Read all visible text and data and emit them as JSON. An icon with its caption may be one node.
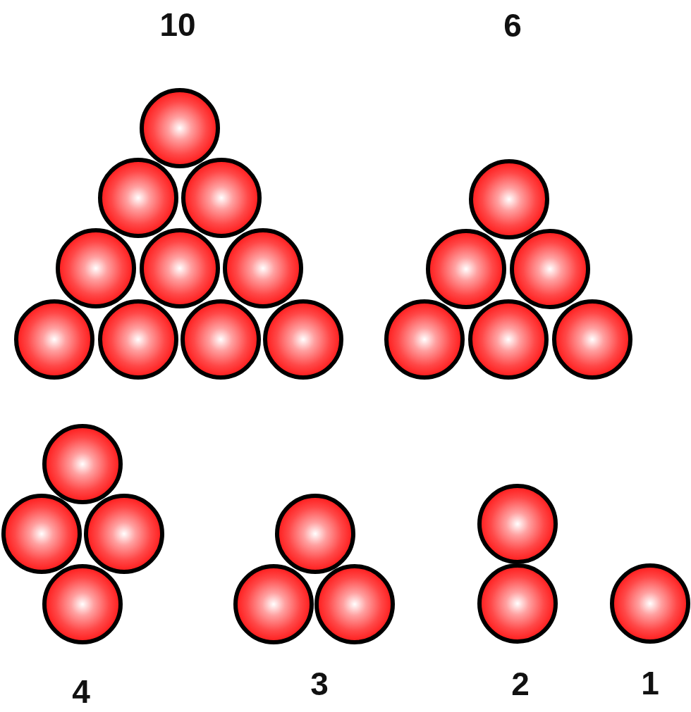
{
  "diagram": {
    "nodes": [
      {
        "text": [],
        "shape": "circle"
      },
      {
        "text": [],
        "shape": "circle"
      },
      {
        "text": [],
        "shape": "circle"
      },
      {
        "text": [],
        "shape": "circle"
      },
      {
        "text": [],
        "shape": "circle"
      },
      {
        "text": [],
        "shape": "circle"
      },
      {
        "text": [],
        "shape": "circle"
      },
      {
        "text": [],
        "shape": "circle"
      },
      {
        "text": [],
        "shape": "circle"
      },
      {
        "text": [],
        "shape": "circle"
      },
      {
        "text": [],
        "shape": "circle"
      },
      {
        "text": [],
        "shape": "circle"
      },
      {
        "text": [],
        "shape": "circle"
      },
      {
        "text": [],
        "shape": "circle"
      },
      {
        "text": [],
        "shape": "circle"
      },
      {
        "text": [],
        "shape": "circle"
      },
      {
        "text": [],
        "shape": "circle"
      },
      {
        "text": [],
        "shape": "circle"
      },
      {
        "text": [],
        "shape": "circle"
      },
      {
        "text": [],
        "shape": "circle"
      },
      {
        "text": [],
        "shape": "circle"
      },
      {
        "text": [],
        "shape": "circle"
      },
      {
        "text": [],
        "shape": "circle"
      },
      {
        "text": [],
        "shape": "circle"
      },
      {
        "text": [],
        "shape": "circle"
      },
      {
        "text": [],
        "shape": "circle"
      }
    ],
    "labels": [
      "10",
      "6",
      "4",
      "3",
      "2",
      "1"
    ]
  }
}
